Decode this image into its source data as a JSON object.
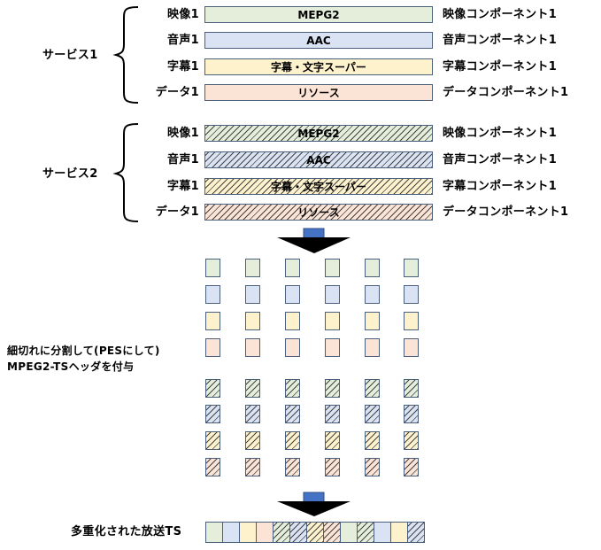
{
  "services": [
    {
      "name": "サービス1",
      "rows": [
        {
          "label": "映像1",
          "content": "MEPG2",
          "component": "映像コンポーネント1"
        },
        {
          "label": "音声1",
          "content": "AAC",
          "component": "音声コンポーネント1"
        },
        {
          "label": "字幕1",
          "content": "字幕・文字スーパー",
          "component": "字幕コンポーネント1"
        },
        {
          "label": "データ1",
          "content": "リソース",
          "component": "データコンポーネント1"
        }
      ]
    },
    {
      "name": "サービス2",
      "rows": [
        {
          "label": "映像1",
          "content": "MEPG2",
          "component": "映像コンポーネント1"
        },
        {
          "label": "音声1",
          "content": "AAC",
          "component": "音声コンポーネント1"
        },
        {
          "label": "字幕1",
          "content": "字幕・文字スーパー",
          "component": "字幕コンポーネント1"
        },
        {
          "label": "データ1",
          "content": "リソース",
          "component": "データコンポーネント1"
        }
      ]
    }
  ],
  "step_label": {
    "line1": "細切れに分割して(PESにして)",
    "line2": "MPEG2-TSヘッダを付与"
  },
  "output_label": "多重化された放送TS",
  "colors": {
    "video": "#e4eedb",
    "audio": "#dae3f3",
    "subtitle": "#fef2cc",
    "data": "#fbe3d6",
    "border": "#4a5f7e",
    "arrow": "#4472c4"
  }
}
